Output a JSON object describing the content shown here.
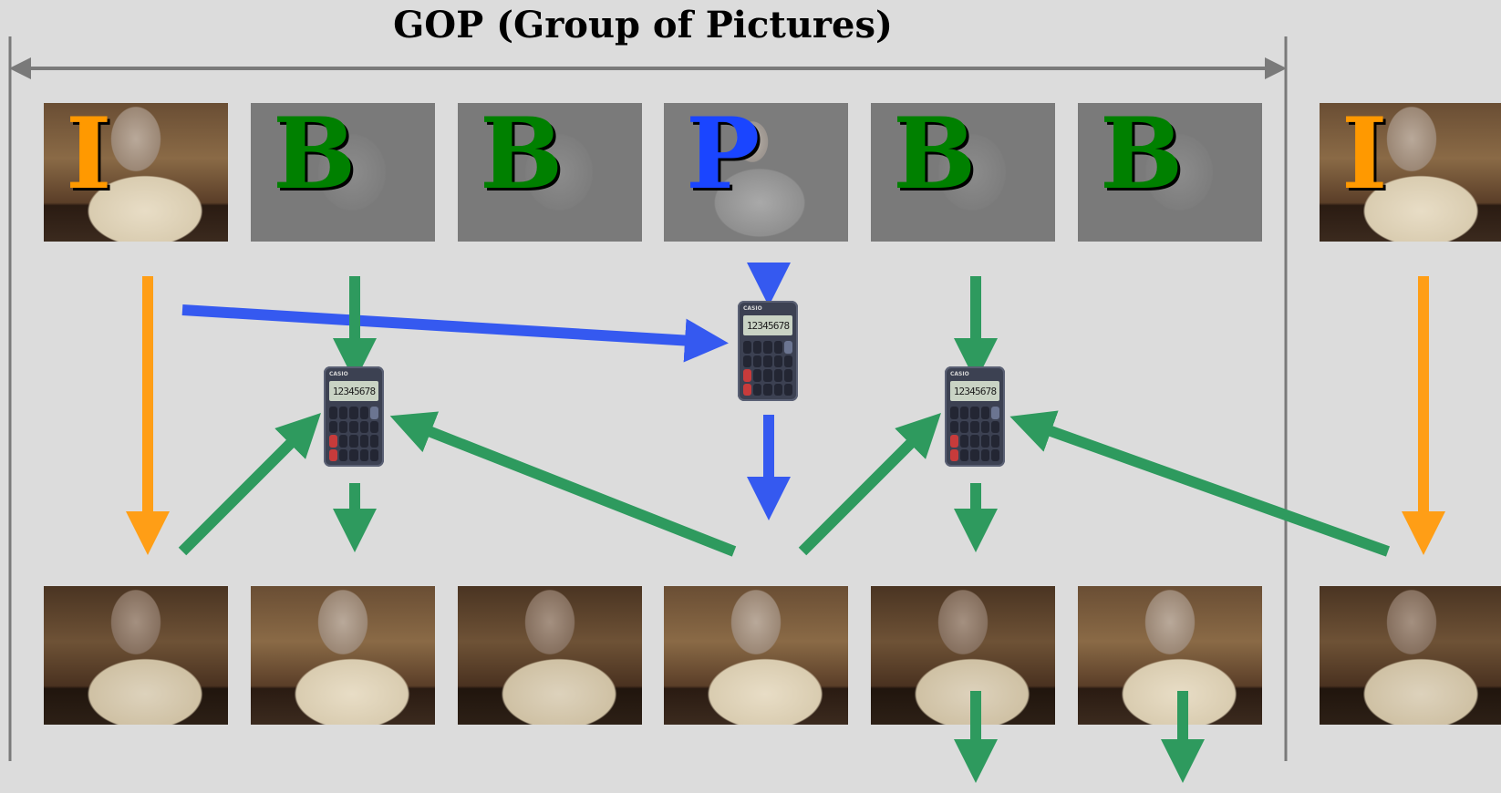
{
  "title": "GOP (Group of Pictures)",
  "colors": {
    "I": "#ff9900",
    "B": "#008000",
    "P": "#1a45ff",
    "arrow_I": "#ff9e16",
    "arrow_B": "#2e9a5e",
    "arrow_P": "#3559f0",
    "bracket": "#7a7a7a"
  },
  "encoded_frames": [
    {
      "letter": "I",
      "kind": "intra"
    },
    {
      "letter": "B",
      "kind": "difference"
    },
    {
      "letter": "B",
      "kind": "difference"
    },
    {
      "letter": "P",
      "kind": "difference"
    },
    {
      "letter": "B",
      "kind": "difference"
    },
    {
      "letter": "B",
      "kind": "difference"
    },
    {
      "letter": "I",
      "kind": "intra"
    }
  ],
  "calculator": {
    "brand": "CASIO",
    "display": "12345678",
    "icon": "calculator-icon"
  },
  "decoded_frames_count": 7
}
